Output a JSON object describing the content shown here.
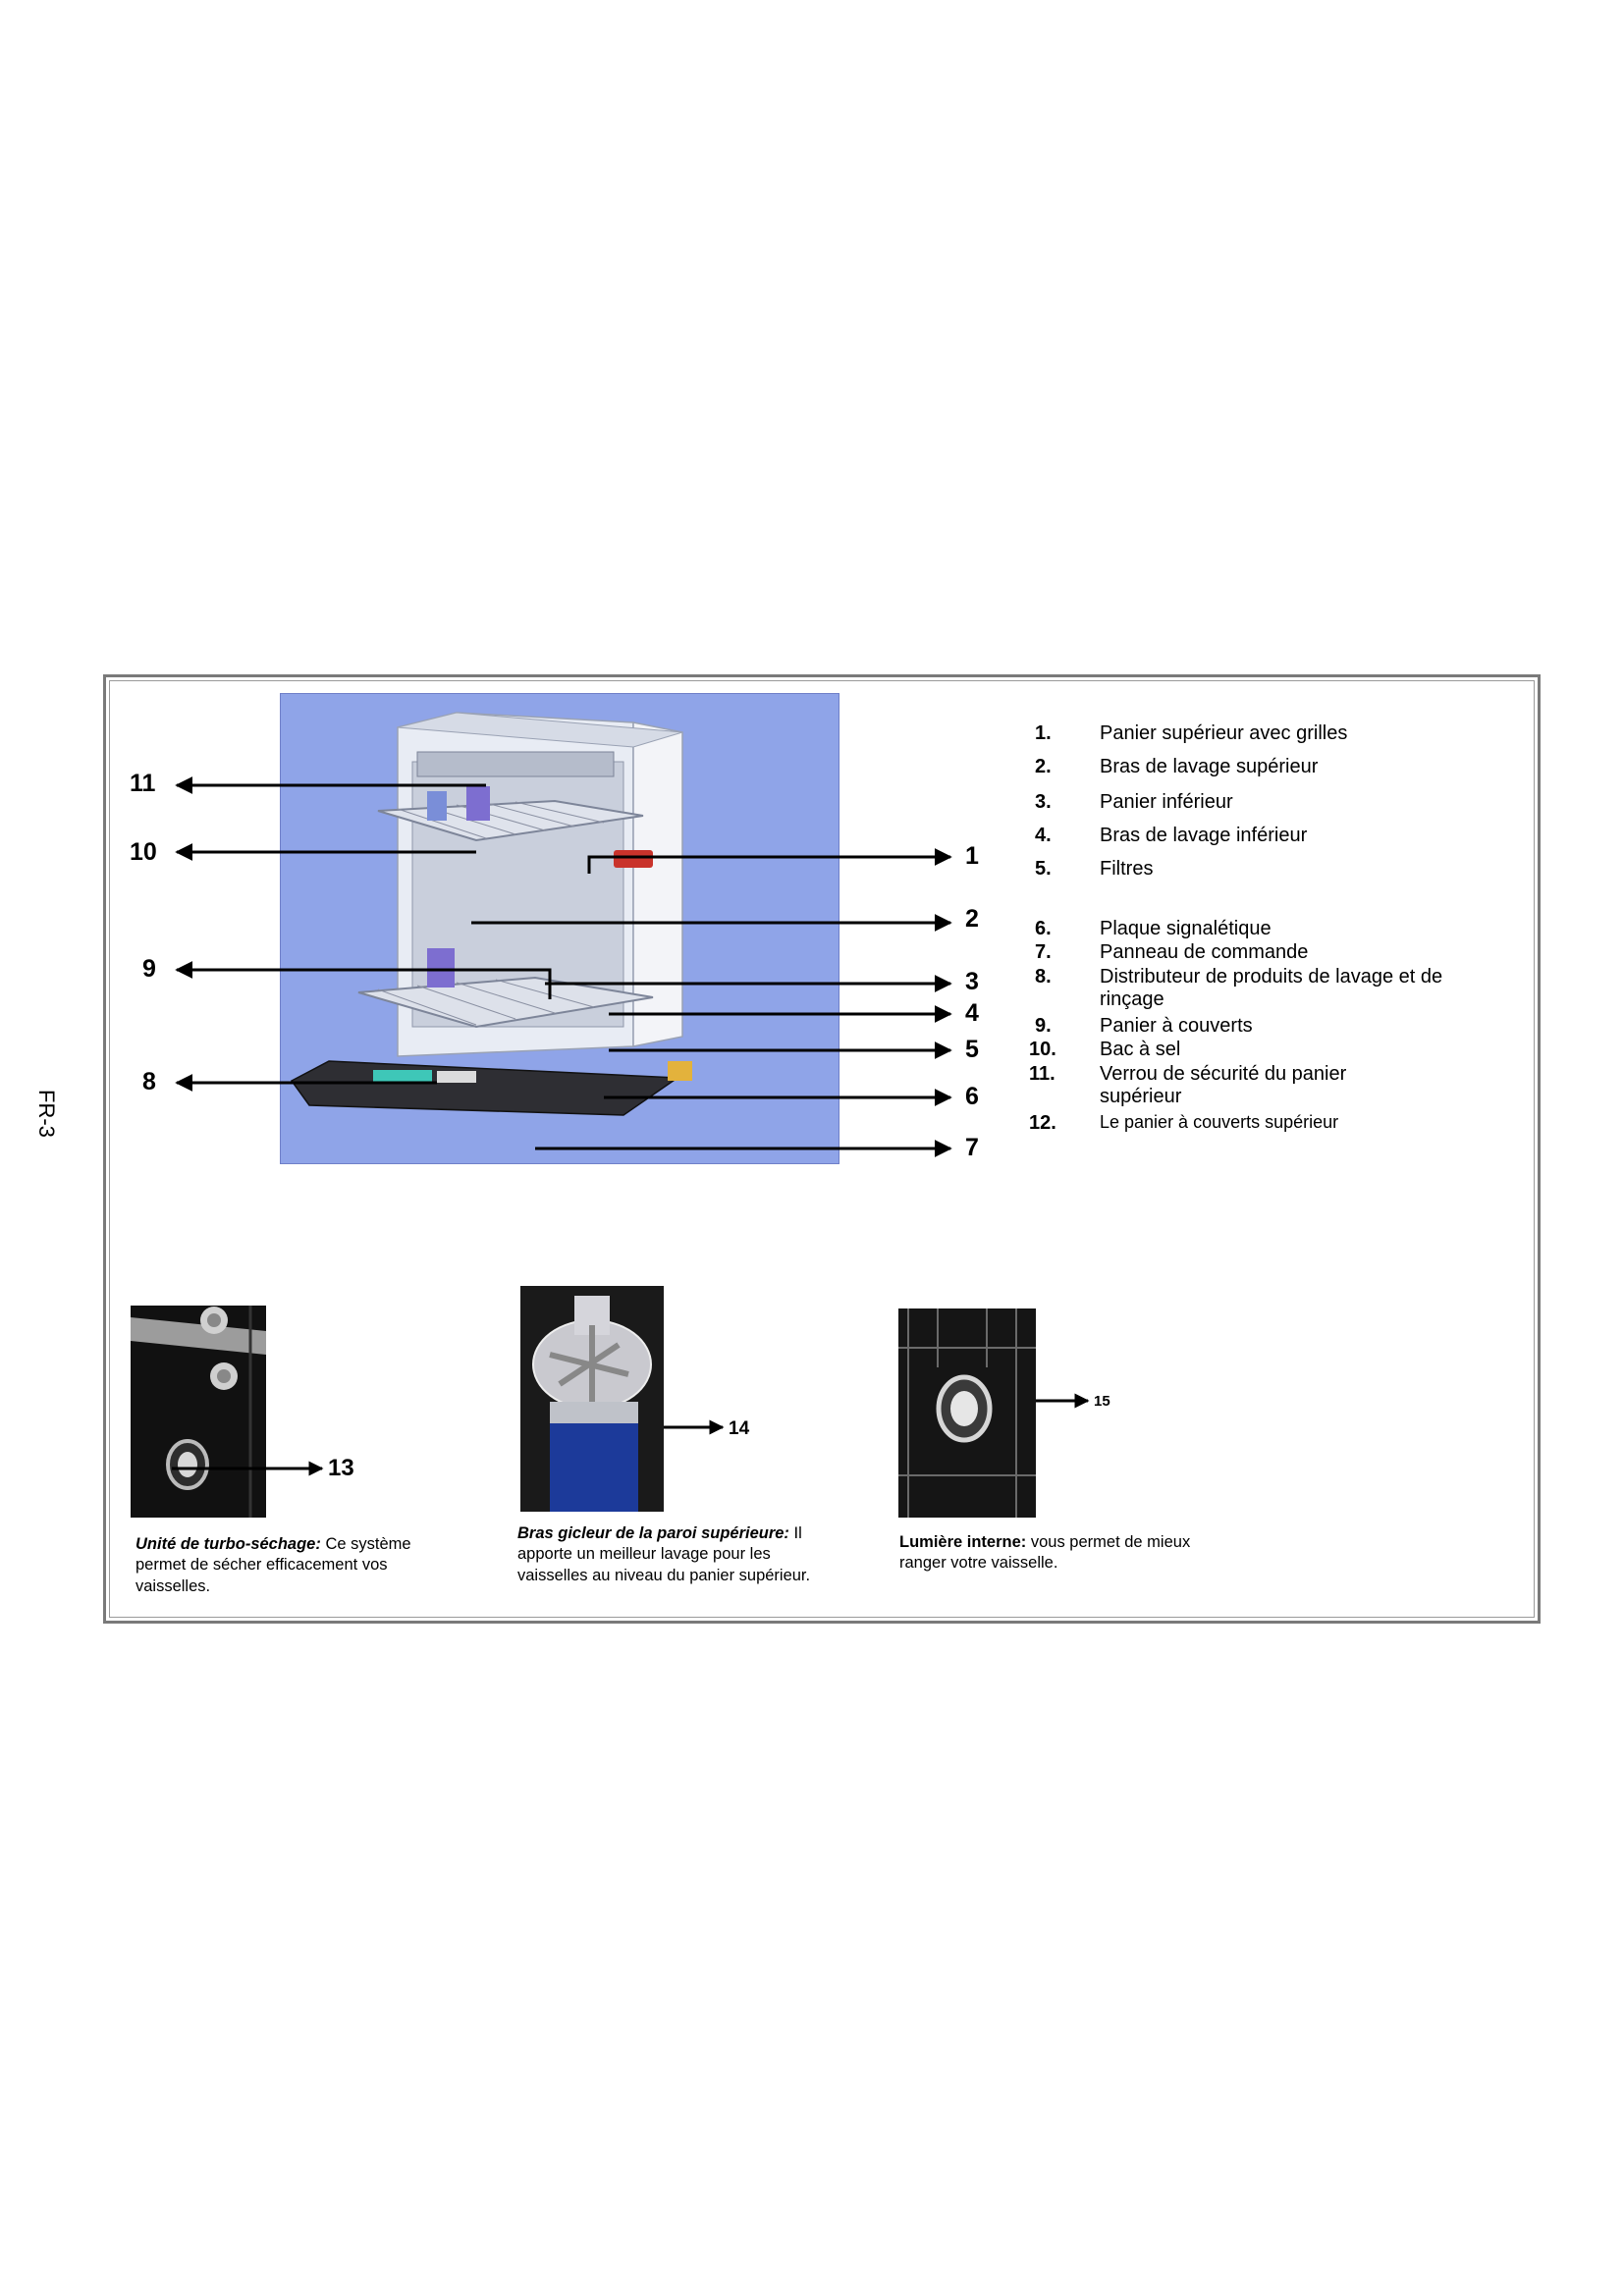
{
  "page_label": "FR-3",
  "colors": {
    "photo_bg": "#8fa4e8",
    "arrow": "#000000",
    "frame": "#7a7a7a"
  },
  "callouts_left": [
    "11",
    "10",
    "9",
    "8"
  ],
  "callouts_right": [
    "1",
    "2",
    "3",
    "4",
    "5",
    "6",
    "7"
  ],
  "legend": [
    {
      "num": "1.",
      "text": "Panier supérieur avec grilles"
    },
    {
      "num": "2.",
      "text": "Bras de lavage supérieur"
    },
    {
      "num": "3.",
      "text": "Panier inférieur"
    },
    {
      "num": "4.",
      "text": "Bras de lavage inférieur"
    },
    {
      "num": "5.",
      "text": "Filtres"
    },
    {
      "num": "6.",
      "text": "Plaque signalétique"
    },
    {
      "num": "7.",
      "text": "Panneau de commande"
    },
    {
      "num": "8.",
      "text": "Distributeur de produits de lavage et de rinçage"
    },
    {
      "num": "9.",
      "text": "Panier à couverts"
    },
    {
      "num": "10.",
      "text": "Bac à sel"
    },
    {
      "num": "11.",
      "text": "Verrou de sécurité du panier supérieur"
    },
    {
      "num": "12.",
      "text": "Le panier à couverts supérieur"
    }
  ],
  "details": [
    {
      "num": "13",
      "title": "Unité de turbo-séchage:",
      "text": " Ce système permet de sécher efficacement vos vaisselles."
    },
    {
      "num": "14",
      "title": "Bras gicleur de la paroi supérieure:",
      "text": " Il apporte un meilleur lavage pour les vaisselles au niveau du panier supérieur."
    },
    {
      "num": "15",
      "title": "Lumière interne:",
      "text": " vous permet de mieux ranger votre vaisselle."
    }
  ]
}
